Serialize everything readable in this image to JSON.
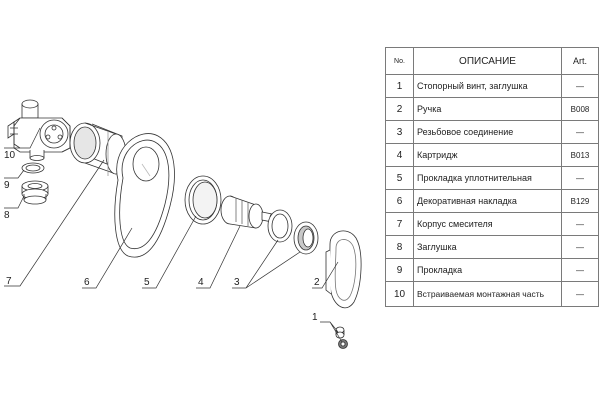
{
  "table": {
    "headers": {
      "no": "No.",
      "description": "ОПИСАНИЕ",
      "art": "Art."
    },
    "rows": [
      {
        "no": "1",
        "description": "Стопорный винт, заглушка",
        "art": "—"
      },
      {
        "no": "2",
        "description": "Ручка",
        "art": "B008"
      },
      {
        "no": "3",
        "description": "Резьбовое соединение",
        "art": "—"
      },
      {
        "no": "4",
        "description": "Картридж",
        "art": "B013"
      },
      {
        "no": "5",
        "description": "Прокладка уплотнительная",
        "art": "—"
      },
      {
        "no": "6",
        "description": "Декоративная накладка",
        "art": "B129"
      },
      {
        "no": "7",
        "description": "Корпус смесителя",
        "art": "—"
      },
      {
        "no": "8",
        "description": "Заглушка",
        "art": "—"
      },
      {
        "no": "9",
        "description": "Прокладка",
        "art": "—"
      },
      {
        "no": "10",
        "description": "Встраиваемая монтажная часть",
        "art": "—"
      }
    ]
  },
  "callouts": [
    "10",
    "9",
    "8",
    "7",
    "6",
    "5",
    "4",
    "3",
    "2",
    "1"
  ],
  "colors": {
    "line": "#333333",
    "fill": "#ffffff",
    "shade": "#d9d9d9",
    "dark": "#9a9a9a"
  }
}
